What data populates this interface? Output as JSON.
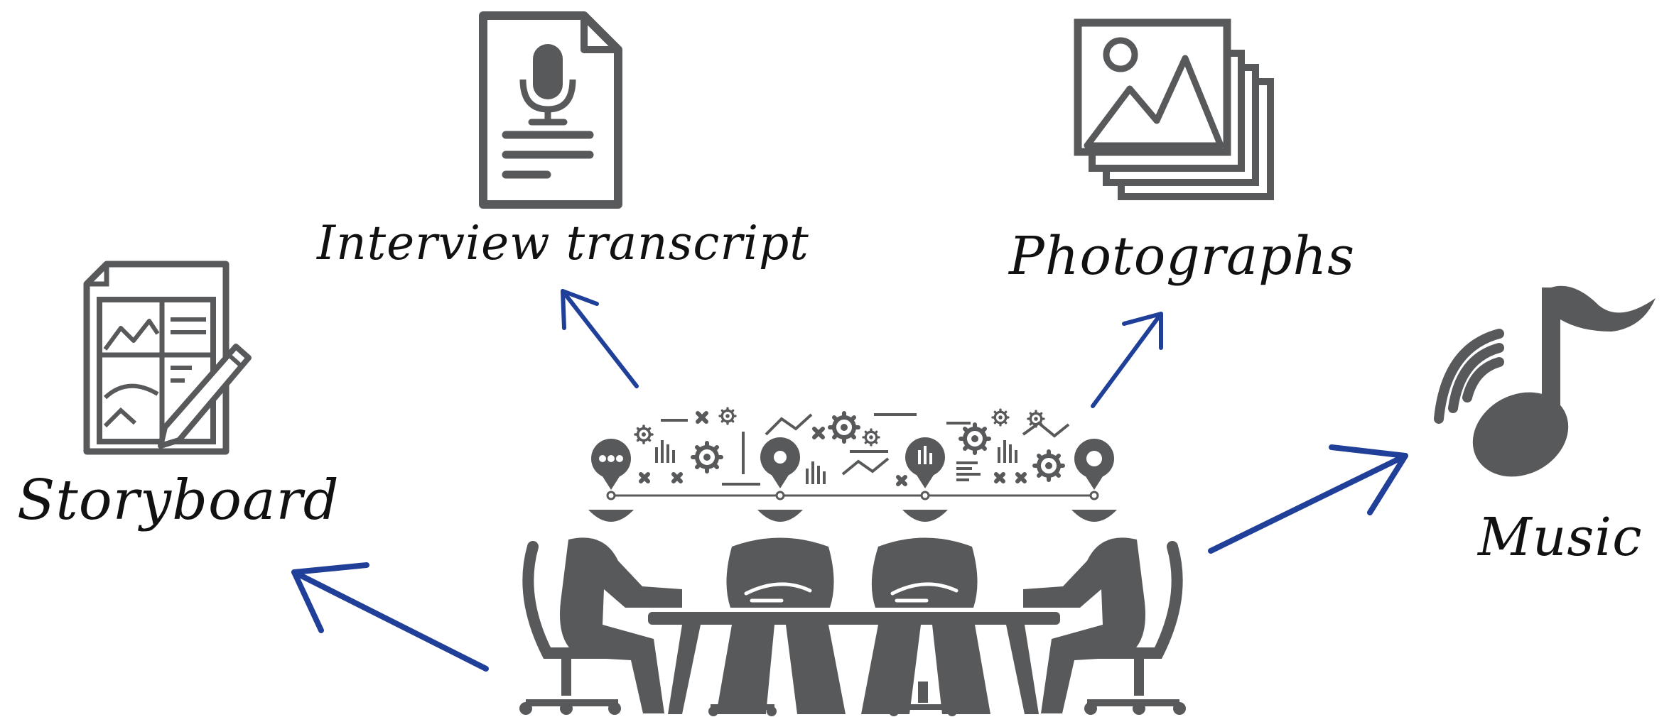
{
  "labels": {
    "storyboard": "Storyboard",
    "interview_transcript": "Interview transcript",
    "photographs": "Photographs",
    "music": "Music"
  },
  "icons": {
    "storyboard": "storyboard-icon",
    "interview_transcript": "document-microphone-icon",
    "photographs": "photo-stack-icon",
    "music": "music-note-icon",
    "center": "team-meeting-icon"
  },
  "colors": {
    "icon": "#58595b",
    "arrow": "#1f3f99",
    "text": "#111111"
  }
}
